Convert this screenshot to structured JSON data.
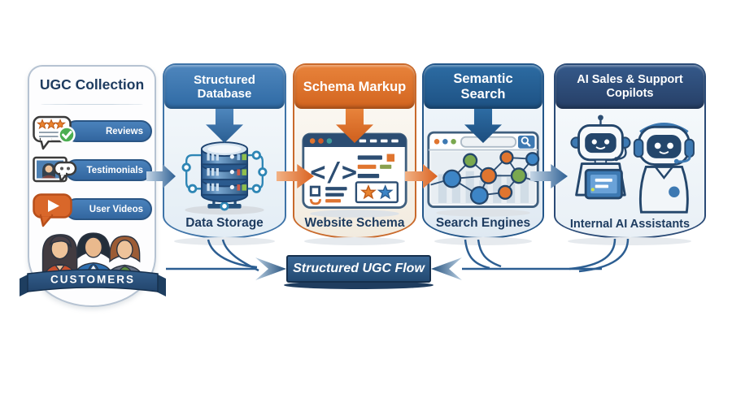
{
  "panels": [
    {
      "title": "UGC Collection",
      "items": [
        {
          "label": "Reviews",
          "icon": "review-bubble-icon"
        },
        {
          "label": "Testimonials",
          "icon": "testimonial-photo-icon"
        },
        {
          "label": "User Videos",
          "icon": "video-play-icon"
        }
      ],
      "illustration": "customers-group",
      "header_bg": "#ffffff",
      "header_text_color": "#1e3c60"
    },
    {
      "title": "Structured Database",
      "caption": "Data Storage",
      "icon": "database-stack-icon",
      "header_bg": "#3d79b2"
    },
    {
      "title": "Schema Markup",
      "caption": "Website Schema",
      "icon": "code-browser-icon",
      "header_bg": "#dd7230",
      "code_glyph": "</>"
    },
    {
      "title": "Semantic Search",
      "caption": "Search Engines",
      "icon": "search-graph-browser-icon",
      "header_bg": "#235d8c"
    },
    {
      "title": "AI Sales & Support Copilots",
      "caption": "Internal AI Assistants",
      "icon": "ai-robots-icon",
      "header_bg": "#2c4f7e"
    }
  ],
  "customers_ribbon": {
    "label": "CUSTOMERS",
    "bg": "#2b5078"
  },
  "flow_banner": {
    "label": "Structured UGC Flow",
    "bg": "#2b5078",
    "text_color": "#ffffff"
  },
  "flow_arrows": {
    "between_panels": [
      "blue",
      "orange",
      "orange",
      "blue"
    ],
    "blue": "#2e6094",
    "orange": "#d9611f"
  },
  "colors": {
    "navy_text": "#1e3c60",
    "connector_line": "#2c5e92",
    "pill_blue": "#3a72ae",
    "panel_body_blue": "#eef4f9",
    "panel_body_cream": "#faf6ef"
  }
}
